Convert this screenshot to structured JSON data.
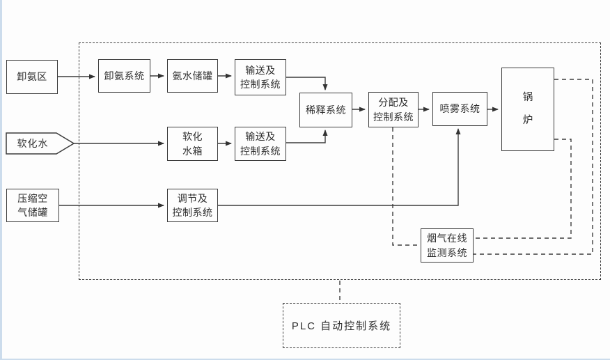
{
  "diagram": {
    "type": "process-flow-diagram",
    "language": "zh-CN",
    "colors": {
      "line": "#3c3c3c",
      "background": "#fdfdfd",
      "text": "#2e2e2e",
      "page_edge_tint": "#ccdcec"
    }
  },
  "nodes": {
    "unload_area": {
      "label": "卸氨区",
      "shape": "rect"
    },
    "softened_water": {
      "label": "软化水",
      "shape": "pentagon-right"
    },
    "compressed_air_tank": {
      "label": "压缩空\n气储罐",
      "shape": "rect"
    },
    "unload_system": {
      "label": "卸氨系统",
      "shape": "rect"
    },
    "ammonia_tank": {
      "label": "氨水储罐",
      "shape": "rect"
    },
    "transport_control_top": {
      "label": "输送及\n控制系统",
      "shape": "rect"
    },
    "softened_water_tank": {
      "label": "软化\n水箱",
      "shape": "rect"
    },
    "transport_control_bottom": {
      "label": "输送及\n控制系统",
      "shape": "rect"
    },
    "dilution_system": {
      "label": "稀释系统",
      "shape": "rect"
    },
    "distribution_control": {
      "label": "分配及\n控制系统",
      "shape": "rect"
    },
    "spray_system": {
      "label": "喷雾系统",
      "shape": "rect"
    },
    "boiler": {
      "label": "锅\n炉",
      "shape": "rect"
    },
    "regulation_control": {
      "label": "调节及\n控制系统",
      "shape": "rect"
    },
    "flue_gas_monitoring": {
      "label": "烟气在线\n监测系统",
      "shape": "rect"
    },
    "plc_system": {
      "label": "PLC 自动控制系统",
      "shape": "dashed-rect"
    }
  },
  "edges": [
    {
      "from": "unload_area",
      "to": "unload_system",
      "style": "solid-arrow"
    },
    {
      "from": "unload_system",
      "to": "ammonia_tank",
      "style": "solid-arrow"
    },
    {
      "from": "ammonia_tank",
      "to": "transport_control_top",
      "style": "solid-arrow"
    },
    {
      "from": "transport_control_top",
      "to": "dilution_system",
      "style": "solid-arrow",
      "enters": "top"
    },
    {
      "from": "softened_water",
      "to": "softened_water_tank",
      "style": "solid-arrow"
    },
    {
      "from": "softened_water_tank",
      "to": "transport_control_bottom",
      "style": "solid-arrow"
    },
    {
      "from": "transport_control_bottom",
      "to": "dilution_system",
      "style": "solid-arrow",
      "enters": "bottom"
    },
    {
      "from": "dilution_system",
      "to": "distribution_control",
      "style": "solid-arrow"
    },
    {
      "from": "distribution_control",
      "to": "spray_system",
      "style": "solid-arrow"
    },
    {
      "from": "spray_system",
      "to": "boiler",
      "style": "solid-arrow"
    },
    {
      "from": "compressed_air_tank",
      "to": "regulation_control",
      "style": "solid-arrow"
    },
    {
      "from": "regulation_control",
      "to": "spray_system",
      "style": "solid-arrow",
      "enters": "bottom"
    },
    {
      "from": "distribution_control",
      "to": "flue_gas_monitoring",
      "style": "dashed",
      "exits": "bottom",
      "enters": "left"
    },
    {
      "from": "boiler",
      "to": "flue_gas_monitoring",
      "style": "dashed",
      "exits": "right-lower",
      "enters": "right-upper"
    },
    {
      "from": "boiler",
      "to": "flue_gas_monitoring",
      "style": "dashed",
      "exits": "right-upper",
      "enters": "right-lower"
    },
    {
      "from": "plc_boundary",
      "to": "plc_system",
      "style": "dashed"
    }
  ],
  "boundary": {
    "represents": "PLC 自动控制系统 范围",
    "style": "dashed-rect"
  }
}
